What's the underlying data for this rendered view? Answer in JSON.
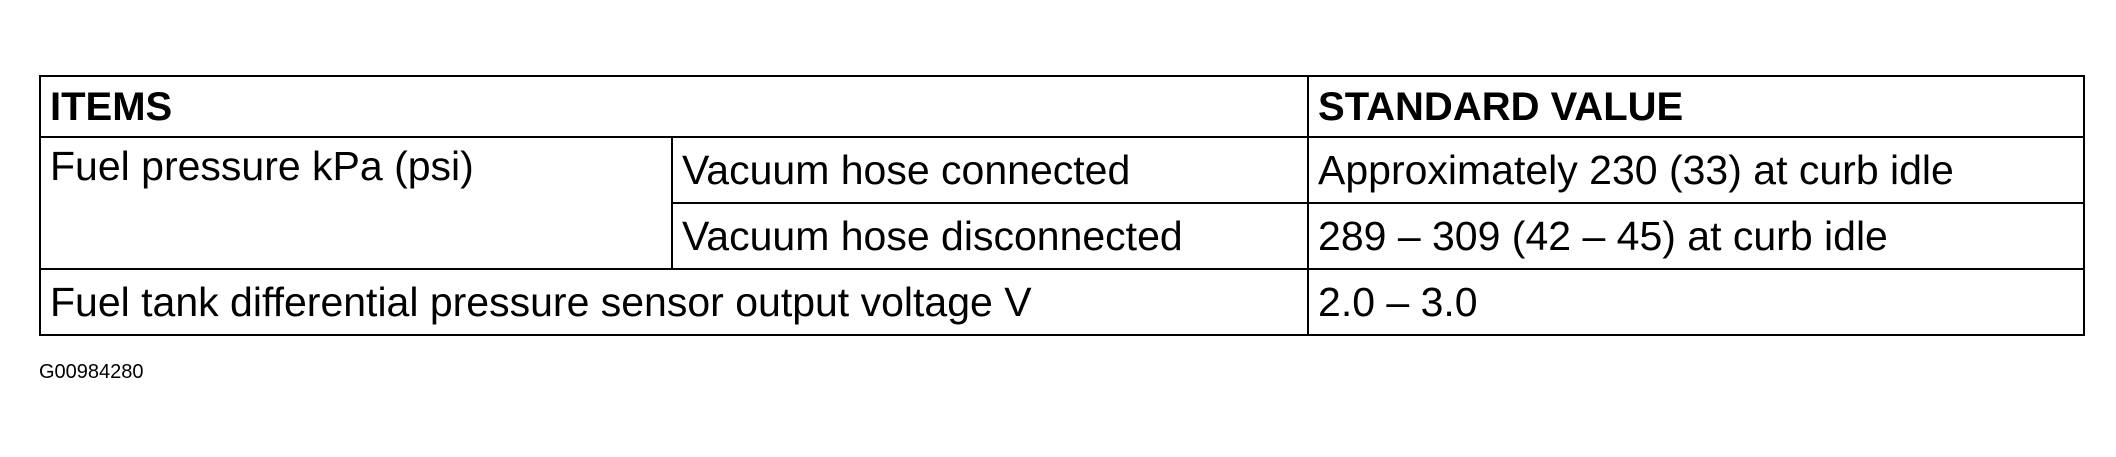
{
  "table": {
    "headers": {
      "items": "ITEMS",
      "standard_value": "STANDARD VALUE"
    },
    "rows": [
      {
        "item": "Fuel pressure kPa (psi)",
        "condition": "Vacuum hose connected",
        "value": "Approximately 230 (33) at curb idle"
      },
      {
        "condition": "Vacuum hose disconnected",
        "value": "289 – 309 (42 – 45) at curb idle"
      },
      {
        "item": "Fuel tank differential pressure sensor output voltage V",
        "value": "2.0 – 3.0"
      }
    ]
  },
  "figure_id": "G00984280"
}
